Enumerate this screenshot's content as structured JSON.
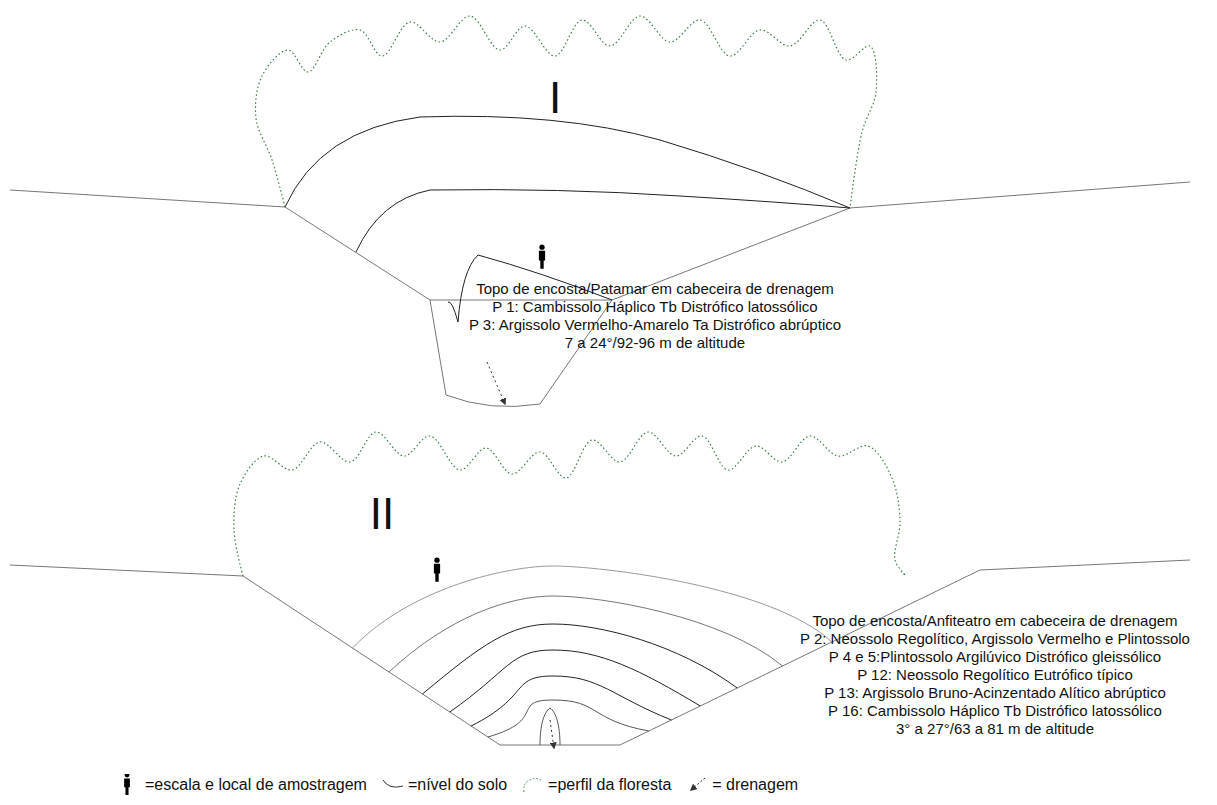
{
  "diagram": {
    "labels": [
      "I",
      "Topo de encosta/Patamar em cabeceira de drenagem",
      "P 1: Cambissolo Háplico Tb Distrófico latossólico",
      "P 3: Argissolo Vermelho-Amarelo Ta Distrófico abrúptico",
      "7 a 24°/92-96 m de altitude",
      "II",
      "Topo de encosta/Anfiteatro em cabeceira de drenagem",
      "P 2: Neossolo Regolítico, Argissolo Vermelho e Plintossolo",
      "P 4 e 5:Plintossolo Argilúvico Distrófico gleissólico",
      "P 12: Neossolo Regolítico Eutrófico típico",
      "P 13: Argissolo Bruno-Acinzentado Alítico abrúptico",
      "P 16: Cambissolo Háplico Tb Distrófico latossólico",
      "3° a 27°/63 a 81 m de altitude"
    ],
    "legend": [
      {
        "text": "=escala e local de amostragem"
      },
      {
        "text": "=nível do solo"
      },
      {
        "text": "=perfil da floresta"
      },
      {
        "text": "= drenagem"
      }
    ]
  }
}
